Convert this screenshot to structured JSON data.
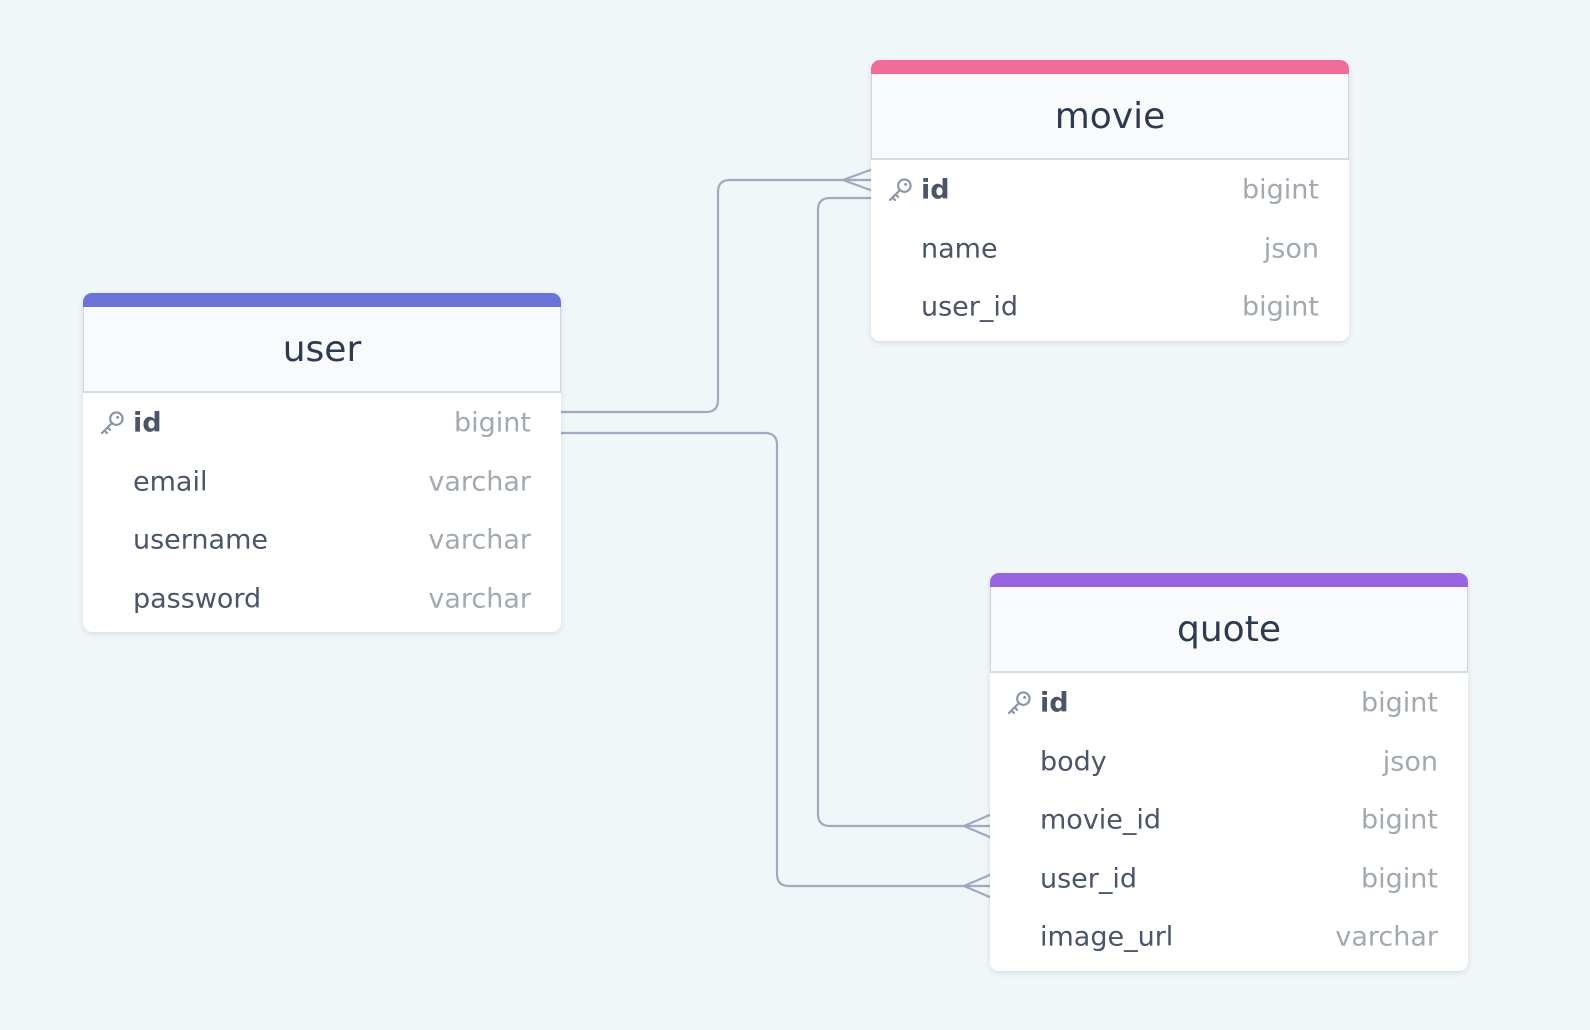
{
  "diagram": {
    "colors": {
      "user_accent": "#6b74d6",
      "movie_accent": "#f06b96",
      "quote_accent": "#9a64e0",
      "connector": "#a0acbd",
      "background": "#f1f6f9"
    },
    "tables": [
      {
        "name": "user",
        "fields": [
          {
            "name": "id",
            "type": "bigint",
            "pk": true
          },
          {
            "name": "email",
            "type": "varchar",
            "pk": false
          },
          {
            "name": "username",
            "type": "varchar",
            "pk": false
          },
          {
            "name": "password",
            "type": "varchar",
            "pk": false
          }
        ]
      },
      {
        "name": "movie",
        "fields": [
          {
            "name": "id",
            "type": "bigint",
            "pk": true
          },
          {
            "name": "name",
            "type": "json",
            "pk": false
          },
          {
            "name": "user_id",
            "type": "bigint",
            "pk": false
          }
        ]
      },
      {
        "name": "quote",
        "fields": [
          {
            "name": "id",
            "type": "bigint",
            "pk": true
          },
          {
            "name": "body",
            "type": "json",
            "pk": false
          },
          {
            "name": "movie_id",
            "type": "bigint",
            "pk": false
          },
          {
            "name": "user_id",
            "type": "bigint",
            "pk": false
          },
          {
            "name": "image_url",
            "type": "varchar",
            "pk": false
          }
        ]
      }
    ],
    "relationships": [
      {
        "from": "user.id",
        "to": "movie.id",
        "cardinality": "one-to-many"
      },
      {
        "from": "user.id",
        "to": "quote.user_id",
        "cardinality": "one-to-many"
      },
      {
        "from": "movie.id",
        "to": "quote.movie_id",
        "cardinality": "one-to-many"
      }
    ]
  }
}
